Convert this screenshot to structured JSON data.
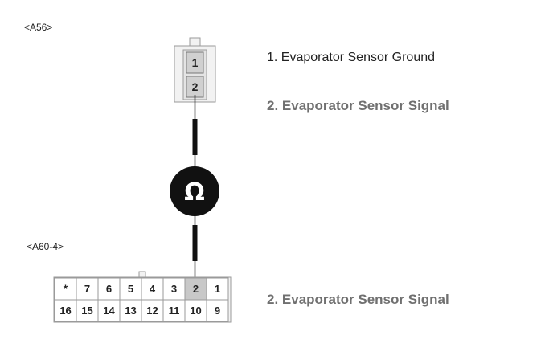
{
  "connector_a56": {
    "code": "<A56>",
    "pins": [
      "1",
      "2"
    ],
    "highlighted_pin": "2",
    "descriptions": [
      {
        "text": "1. Evaporator Sensor Ground",
        "style": "plain"
      },
      {
        "text": "2. Evaporator Sensor Signal",
        "style": "bold-gray"
      }
    ]
  },
  "meter": {
    "symbol": "Ω",
    "icon": "ohmmeter-icon"
  },
  "connector_a60_4": {
    "code": "<A60-4>",
    "top_row": [
      "*",
      "7",
      "6",
      "5",
      "4",
      "3",
      "2",
      "1"
    ],
    "bottom_row": [
      "16",
      "15",
      "14",
      "13",
      "12",
      "11",
      "10",
      "9"
    ],
    "highlighted_pin": "2",
    "description": "2. Evaporator Sensor Signal"
  },
  "colors": {
    "wire": "#111111",
    "pin_highlight": "#c8c8c8",
    "connector_fill": "#f2f2f2",
    "connector_border": "#9a9a9a",
    "bold_label": "#707070"
  }
}
